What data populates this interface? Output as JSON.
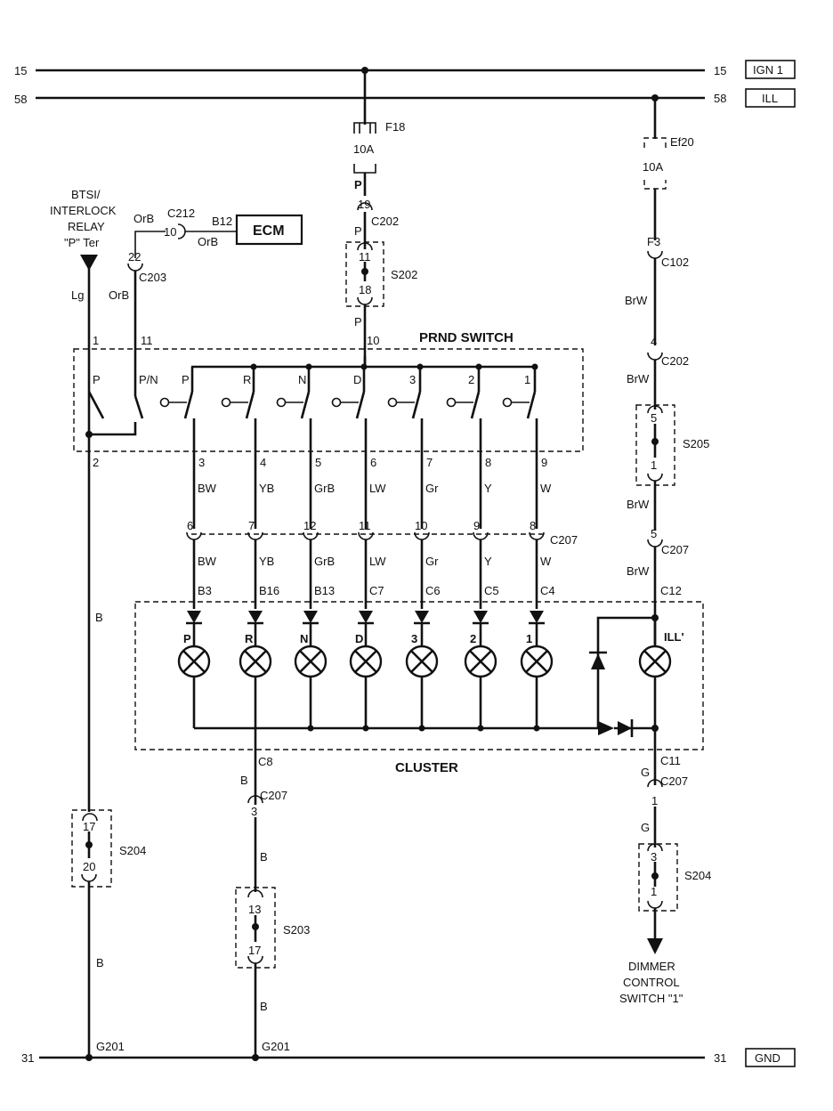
{
  "rails": {
    "r15": {
      "left": "15",
      "right": "15",
      "tag": "IGN 1"
    },
    "r58": {
      "left": "58",
      "right": "58",
      "tag": "ILL"
    },
    "r31": {
      "left": "31",
      "right": "31",
      "tag": "GND"
    }
  },
  "fuses": {
    "f18": {
      "name": "F18",
      "rating": "10A"
    },
    "ef20": {
      "name": "Ef20",
      "rating": "10A"
    }
  },
  "center_feed": {
    "wire_p1": "P",
    "pin_19": "19",
    "conn_c202": "C202",
    "wire_p2": "P",
    "splice_top": "11",
    "splice_bot": "18",
    "splice_name": "S202",
    "wire_p3": "P",
    "pin_10": "10"
  },
  "right_feed": {
    "f3": "F3",
    "c102": "C102",
    "brw1": "BrW",
    "pin4": "4",
    "c202": "C202",
    "brw2": "BrW",
    "s205_top": "5",
    "s205_bot": "1",
    "s205": "S205",
    "brw3": "BrW",
    "pin5": "5",
    "c207": "C207",
    "brw4": "BrW",
    "c12": "C12",
    "ill": "ILL'",
    "c11": "C11",
    "g1": "G",
    "c207b": "C207",
    "pin1": "1",
    "g2": "G",
    "s204_top": "3",
    "s204_bot": "1",
    "s204": "S204",
    "dimmer": [
      "DIMMER",
      "CONTROL",
      "SWITCH \"1\""
    ]
  },
  "left_feed": {
    "relay": [
      "BTSI/",
      "INTERLOCK",
      "RELAY",
      "\"P\" Ter"
    ],
    "lg": "Lg",
    "pin1": "1",
    "orb1": "OrB",
    "c212": "C212",
    "pin10": "10",
    "b12": "B12",
    "orb2": "OrB",
    "ecm": "ECM",
    "pin22": "22",
    "c203": "C203",
    "orb3": "OrB",
    "pin11": "11",
    "pin2": "2",
    "b": "B",
    "s204_top": "17",
    "s204_bot": "20",
    "s204": "S204",
    "b2": "B",
    "g201": "G201"
  },
  "prnd_switch": {
    "title": "PRND SWITCH",
    "pos_p": "P",
    "pos_pn": "P/N",
    "positions": [
      {
        "label": "P",
        "pin": "3",
        "wire": "BW",
        "conn_pin": "6",
        "wire2": "BW",
        "cpin": "B3",
        "lamp": "P"
      },
      {
        "label": "R",
        "pin": "4",
        "wire": "YB",
        "conn_pin": "7",
        "wire2": "YB",
        "cpin": "B16",
        "lamp": "R"
      },
      {
        "label": "N",
        "pin": "5",
        "wire": "GrB",
        "conn_pin": "12",
        "wire2": "GrB",
        "cpin": "B13",
        "lamp": "N"
      },
      {
        "label": "D",
        "pin": "6",
        "wire": "LW",
        "conn_pin": "11",
        "wire2": "LW",
        "cpin": "C7",
        "lamp": "D"
      },
      {
        "label": "3",
        "pin": "7",
        "wire": "Gr",
        "conn_pin": "10",
        "wire2": "Gr",
        "cpin": "C6",
        "lamp": "3"
      },
      {
        "label": "2",
        "pin": "8",
        "wire": "Y",
        "conn_pin": "9",
        "wire2": "Y",
        "cpin": "C5",
        "lamp": "2"
      },
      {
        "label": "1",
        "pin": "9",
        "wire": "W",
        "conn_pin": "8",
        "wire2": "W",
        "cpin": "C4",
        "lamp": "1"
      }
    ],
    "c207": "C207"
  },
  "cluster": {
    "title": "CLUSTER",
    "c8": "C8",
    "b": "B",
    "c207": "C207",
    "pin3": "3",
    "b2": "B",
    "s203_top": "13",
    "s203_bot": "17",
    "s203": "S203",
    "b3": "B",
    "g201": "G201"
  }
}
